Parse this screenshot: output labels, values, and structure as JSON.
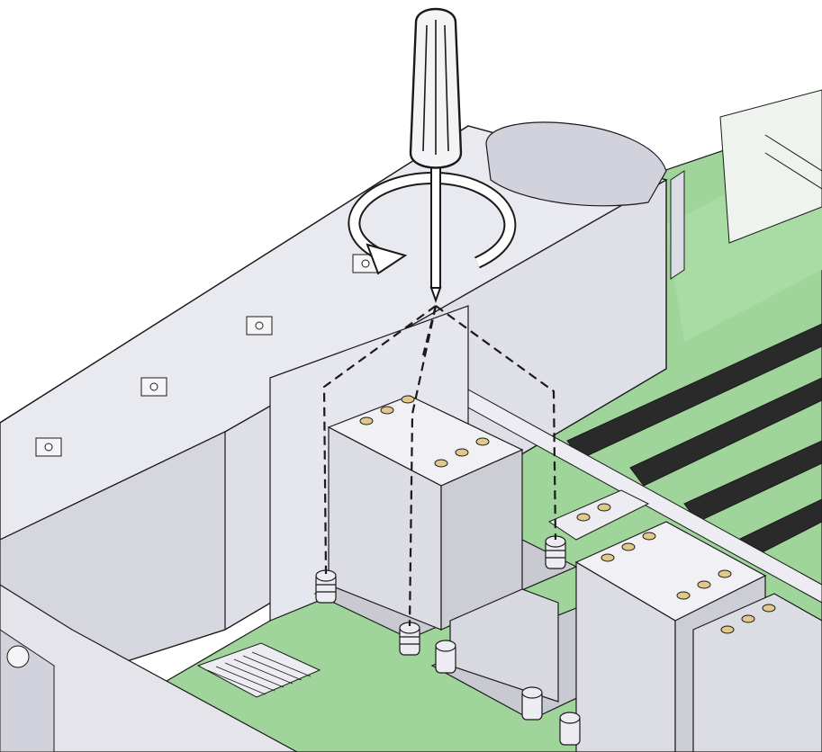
{
  "illustration": {
    "steps": [
      "loosen-captive-screws"
    ],
    "tool": "screwdriver",
    "rotation": "counterclockwise",
    "components": [
      "server-chassis",
      "motherboard",
      "cpu-heatsink",
      "heatsink-captive-screws",
      "dimm-slots",
      "air-duct"
    ],
    "colors": {
      "board": "#9fd49a",
      "board_dark": "#6fae6a",
      "metal": "#e4e4ea",
      "metal_dark": "#b8b8c4",
      "outline": "#1a1a1a",
      "brass": "#e0c98a",
      "handle": "#f4f4f6",
      "dimm_slot": "#2a2a2a"
    }
  }
}
